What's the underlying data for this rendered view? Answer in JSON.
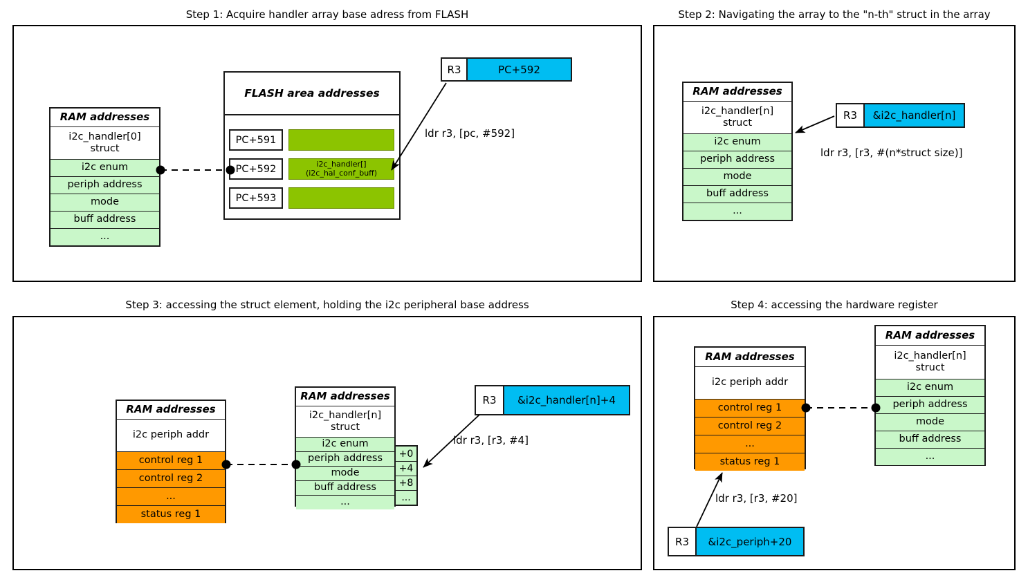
{
  "colors": {
    "green": "#c9f7c9",
    "orange": "#ff9900",
    "blue": "#00bdf2",
    "olive": "#8cc400",
    "border": "#1a1a1a"
  },
  "panels": [
    {
      "id": "step1",
      "title": "Step 1: Acquire handler array base adress from FLASH",
      "ram_table": {
        "header": "RAM addresses",
        "rows": [
          {
            "label": "i2c_handler[0]\nstruct",
            "fill": "white"
          },
          {
            "label": "i2c enum",
            "fill": "green"
          },
          {
            "label": "periph address",
            "fill": "green"
          },
          {
            "label": "mode",
            "fill": "green"
          },
          {
            "label": "buff address",
            "fill": "green"
          },
          {
            "label": "...",
            "fill": "green"
          }
        ]
      },
      "flash_table": {
        "header": "FLASH area addresses",
        "rows": [
          {
            "address": "PC+591",
            "data": "",
            "fill": "olive"
          },
          {
            "address": "PC+592",
            "data": "i2c_handler[]\n(i2c_hal_conf_buff)",
            "fill": "olive"
          },
          {
            "address": "PC+593",
            "data": "",
            "fill": "olive"
          }
        ]
      },
      "register": {
        "name": "R3",
        "value": "PC+592"
      },
      "instruction": "ldr r3, [pc, #592]"
    },
    {
      "id": "step2",
      "title": "Step 2: Navigating the array to the \"n-th\" struct in the array",
      "ram_table": {
        "header": "RAM addresses",
        "rows": [
          {
            "label": "i2c_handler[n]\nstruct",
            "fill": "white"
          },
          {
            "label": "i2c enum",
            "fill": "green"
          },
          {
            "label": "periph address",
            "fill": "green"
          },
          {
            "label": "mode",
            "fill": "green"
          },
          {
            "label": "buff address",
            "fill": "green"
          },
          {
            "label": "...",
            "fill": "green"
          }
        ]
      },
      "register": {
        "name": "R3",
        "value": "&i2c_handler[n]"
      },
      "instruction": "ldr r3, [r3, #(n*struct size)]"
    },
    {
      "id": "step3",
      "title": "Step 3: accessing the struct element, holding the i2c peripheral base address",
      "periph_table": {
        "header": "RAM addresses",
        "rows": [
          {
            "label": "i2c periph addr",
            "fill": "white"
          },
          {
            "label": "control reg 1",
            "fill": "orange"
          },
          {
            "label": "control reg 2",
            "fill": "orange"
          },
          {
            "label": "...",
            "fill": "orange"
          },
          {
            "label": "status reg 1",
            "fill": "orange"
          }
        ]
      },
      "struct_table": {
        "header": "RAM addresses",
        "rows": [
          {
            "label": "i2c_handler[n]\nstruct",
            "fill": "white",
            "offset": ""
          },
          {
            "label": "i2c enum",
            "fill": "green",
            "offset": "+0"
          },
          {
            "label": "periph address",
            "fill": "green",
            "offset": "+4"
          },
          {
            "label": "mode",
            "fill": "green",
            "offset": "+8"
          },
          {
            "label": "buff address",
            "fill": "green",
            "offset": "..."
          },
          {
            "label": "...",
            "fill": "green",
            "offset": ""
          }
        ]
      },
      "register": {
        "name": "R3",
        "value": "&i2c_handler[n]+4"
      },
      "instruction": "ldr r3, [r3, #4]"
    },
    {
      "id": "step4",
      "title": "Step 4: accessing the hardware register",
      "periph_table": {
        "header": "RAM addresses",
        "rows": [
          {
            "label": "i2c periph addr",
            "fill": "white"
          },
          {
            "label": "control reg 1",
            "fill": "orange"
          },
          {
            "label": "control reg 2",
            "fill": "orange"
          },
          {
            "label": "...",
            "fill": "orange"
          },
          {
            "label": "status reg 1",
            "fill": "orange"
          }
        ]
      },
      "struct_table": {
        "header": "RAM addresses",
        "rows": [
          {
            "label": "i2c_handler[n]\nstruct",
            "fill": "white"
          },
          {
            "label": "i2c enum",
            "fill": "green"
          },
          {
            "label": "periph address",
            "fill": "green"
          },
          {
            "label": "mode",
            "fill": "green"
          },
          {
            "label": "buff address",
            "fill": "green"
          },
          {
            "label": "...",
            "fill": "green"
          }
        ]
      },
      "register": {
        "name": "R3",
        "value": "&i2c_periph+20"
      },
      "instruction": "ldr r3, [r3, #20]"
    }
  ]
}
